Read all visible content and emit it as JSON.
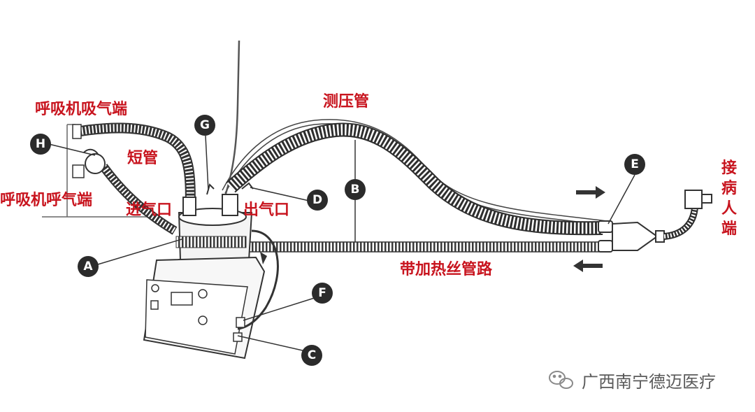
{
  "labels": {
    "ventilator_inlet": "呼吸机吸气端",
    "ventilator_outlet": "呼吸机呼气端",
    "short_tube": "短管",
    "inlet_port": "进气口",
    "outlet_port": "出气口",
    "pressure_tube": "测压管",
    "heated_circuit": "带加热丝管路",
    "patient_end": "接病人端"
  },
  "markers": {
    "A": "A",
    "B": "B",
    "C": "C",
    "D": "D",
    "E": "E",
    "F": "F",
    "G": "G",
    "H": "H"
  },
  "watermark": "广西南宁德迈医疗",
  "icons": [
    "wechat-icon",
    "flow-arrow-right-icon",
    "flow-arrow-left-icon"
  ],
  "colors": {
    "label": "#c8141e",
    "line": "#333333",
    "marker": "#2b2b2b"
  }
}
